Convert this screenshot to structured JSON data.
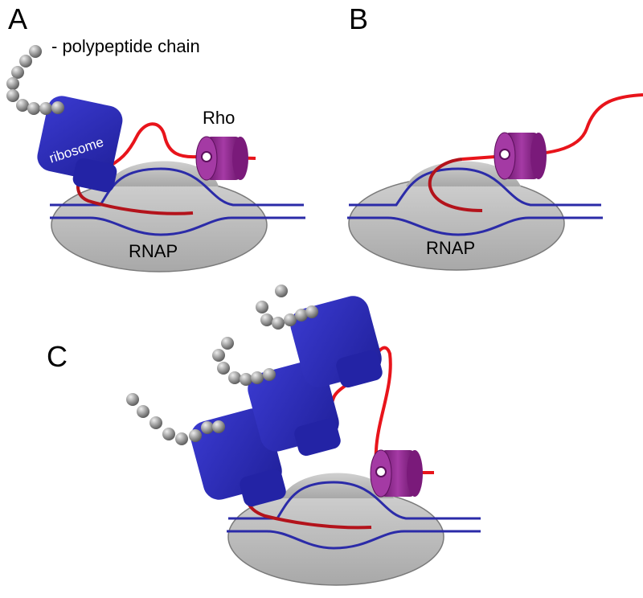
{
  "panels": {
    "a": {
      "label": "A"
    },
    "b": {
      "label": "B"
    },
    "c": {
      "label": "C"
    }
  },
  "labels": {
    "polypeptide": "- polypeptide chain",
    "rho": "Rho",
    "ribosome": "ribosome",
    "rnap_a": "RNAP",
    "rnap_b": "RNAP"
  },
  "colors": {
    "rnap_fill": "#b3b3b3",
    "dna": "#2b2ba8",
    "mrna": "#e8141b",
    "mrna_dark": "#b3131b",
    "ribosome": "#2a2ab8",
    "rho": "#8b1f8b",
    "bead": "#9a9a9a"
  }
}
